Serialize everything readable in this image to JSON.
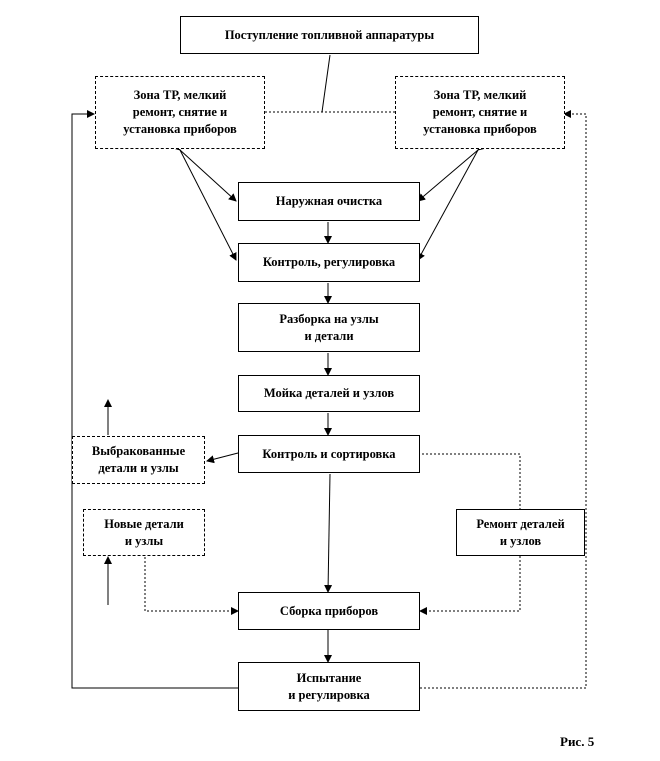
{
  "boxes": {
    "intake": "Поступление топливной аппаратуры",
    "zone_left": "Зона ТР, мелкий\nремонт, снятие и\nустановка приборов",
    "zone_right": "Зона ТР, мелкий\nремонт, снятие и\nустановка приборов",
    "cleaning": "Наружная очистка",
    "control_adjust": "Контроль, регулировка",
    "disassembly": "Разборка на узлы\nи детали",
    "washing": "Мойка деталей и узлов",
    "sorting": "Контроль и сортировка",
    "rejected": "Выбракованные\nдетали и узлы",
    "new_parts": "Новые детали\nи узлы",
    "repair": "Ремонт деталей\nи узлов",
    "assembly": "Сборка приборов",
    "testing": "Испытание\nи регулировка"
  },
  "figure_label": "Рис. 5"
}
